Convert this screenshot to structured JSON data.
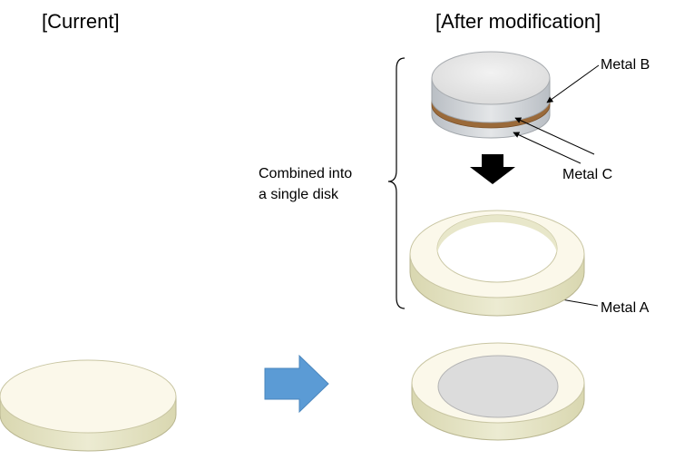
{
  "headings": {
    "current": "[Current]",
    "after": "[After modification]"
  },
  "labels": {
    "metal_a": "Metal A",
    "metal_b": "Metal B",
    "metal_c": "Metal C",
    "combined_line1": "Combined into",
    "combined_line2": "a single disk"
  },
  "colors": {
    "cream_top": "#fbf8ea",
    "cream_side": "#e6e4c4",
    "cream_edge": "#c9c6a3",
    "metal_top": "#e2e2e2",
    "metal_side": "#cfd3d7",
    "copper": "#9a6a3a",
    "blue_arrow": "#5b9bd5",
    "black_arrow": "#000000"
  },
  "icons": {
    "right_arrow": "blue-right-arrow-icon",
    "down_arrow": "black-down-arrow-icon",
    "brace": "left-curly-brace-icon"
  }
}
